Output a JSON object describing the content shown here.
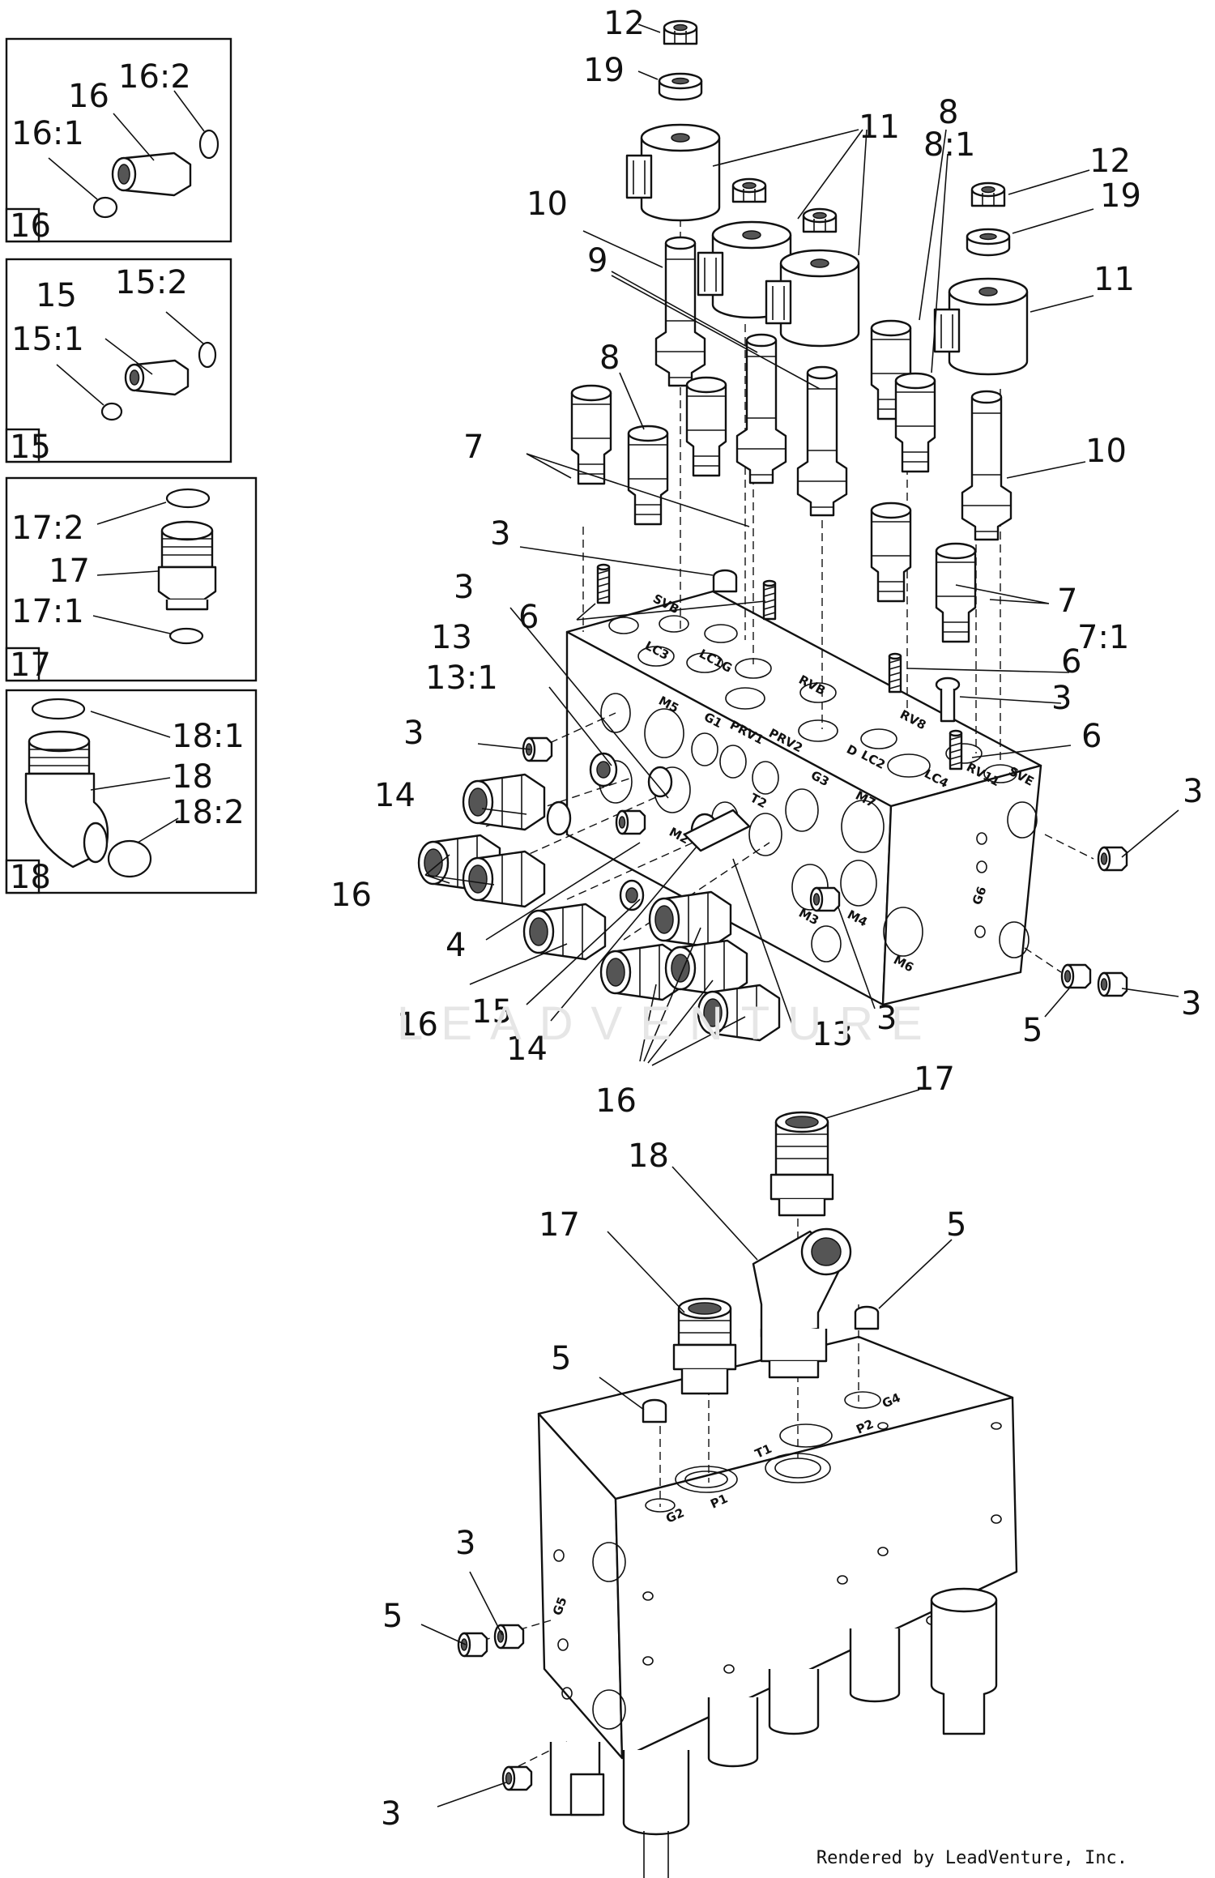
{
  "footer": "Rendered by LeadVenture, Inc.",
  "watermark": "LEADVENTURE",
  "insets": [
    {
      "tag": "16",
      "labels": [
        "16",
        "16:2",
        "16:1"
      ]
    },
    {
      "tag": "15",
      "labels": [
        "15",
        "15:2",
        "15:1"
      ]
    },
    {
      "tag": "17",
      "labels": [
        "17:2",
        "17",
        "17:1"
      ]
    },
    {
      "tag": "18",
      "labels": [
        "18:1",
        "18",
        "18:2"
      ]
    }
  ],
  "callouts": {
    "c12a": "12",
    "c19a": "19",
    "c11a": "11",
    "c8a": "8",
    "c81": "8:1",
    "c12b": "12",
    "c19b": "19",
    "c11b": "11",
    "c10a": "10",
    "c9": "9",
    "c8b": "8",
    "c7a": "7",
    "c10b": "10",
    "c3a": "3",
    "c3b": "3",
    "c6a": "6",
    "c7b": "7",
    "c71": "7:1",
    "c13a": "13",
    "c131": "13:1",
    "c6b": "6",
    "c3c": "3",
    "c3d": "3",
    "c6c": "6",
    "c3e": "3",
    "c14a": "14",
    "c16a": "16",
    "c4": "4",
    "c16b": "16",
    "c15": "15",
    "c14b": "14",
    "c13b": "13",
    "c3f": "3",
    "c5a": "5",
    "c3g": "3",
    "c16c": "16",
    "c17a": "17",
    "c18": "18",
    "c17b": "17",
    "c5b": "5",
    "c5c": "5",
    "c3h": "3",
    "c5d": "5",
    "c3i": "3"
  },
  "ports": {
    "p_svb": "SVB",
    "p_lc3": "LC3",
    "p_lc1g": "LC1G",
    "p_rvb": "RVB",
    "p_m5": "M5",
    "p_g1": "G1",
    "p_prv1": "PRV1",
    "p_prv2": "PRV2",
    "p_rv8": "RV8",
    "p_d": "D",
    "p_lc2": "LC2",
    "p_lc4": "LC4",
    "p_rv11": "RV11",
    "p_sve": "SVE",
    "p_t2": "T2",
    "p_g3": "G3",
    "p_m7": "M7",
    "p_m2": "M2",
    "p_m3": "M3",
    "p_m4": "M4",
    "p_m6": "M6",
    "p_g6": "G6",
    "p_t1": "T1",
    "p_p1": "P1",
    "p_p2": "P2",
    "p_g2": "G2",
    "p_g4": "G4",
    "p_g5": "G5"
  }
}
